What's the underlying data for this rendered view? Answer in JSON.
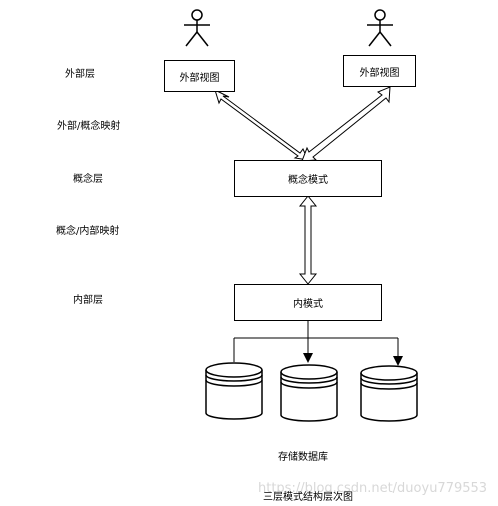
{
  "levels": {
    "external": "外部层",
    "ext_conceptual_mapping": "外部/概念映射",
    "conceptual": "概念层",
    "conceptual_internal_mapping": "概念/内部映射",
    "internal": "内部层"
  },
  "boxes": {
    "external_view_left": "外部视图",
    "external_view_right": "外部视图",
    "conceptual_schema": "概念模式",
    "internal_schema": "内模式"
  },
  "storage_label": "存储数据库",
  "caption": "三层模式结构层次图",
  "watermark": "https://blog.csdn.net/duoyu779553",
  "colors": {
    "line": "#000000",
    "background": "#ffffff",
    "watermark": "#d8d8d8"
  }
}
